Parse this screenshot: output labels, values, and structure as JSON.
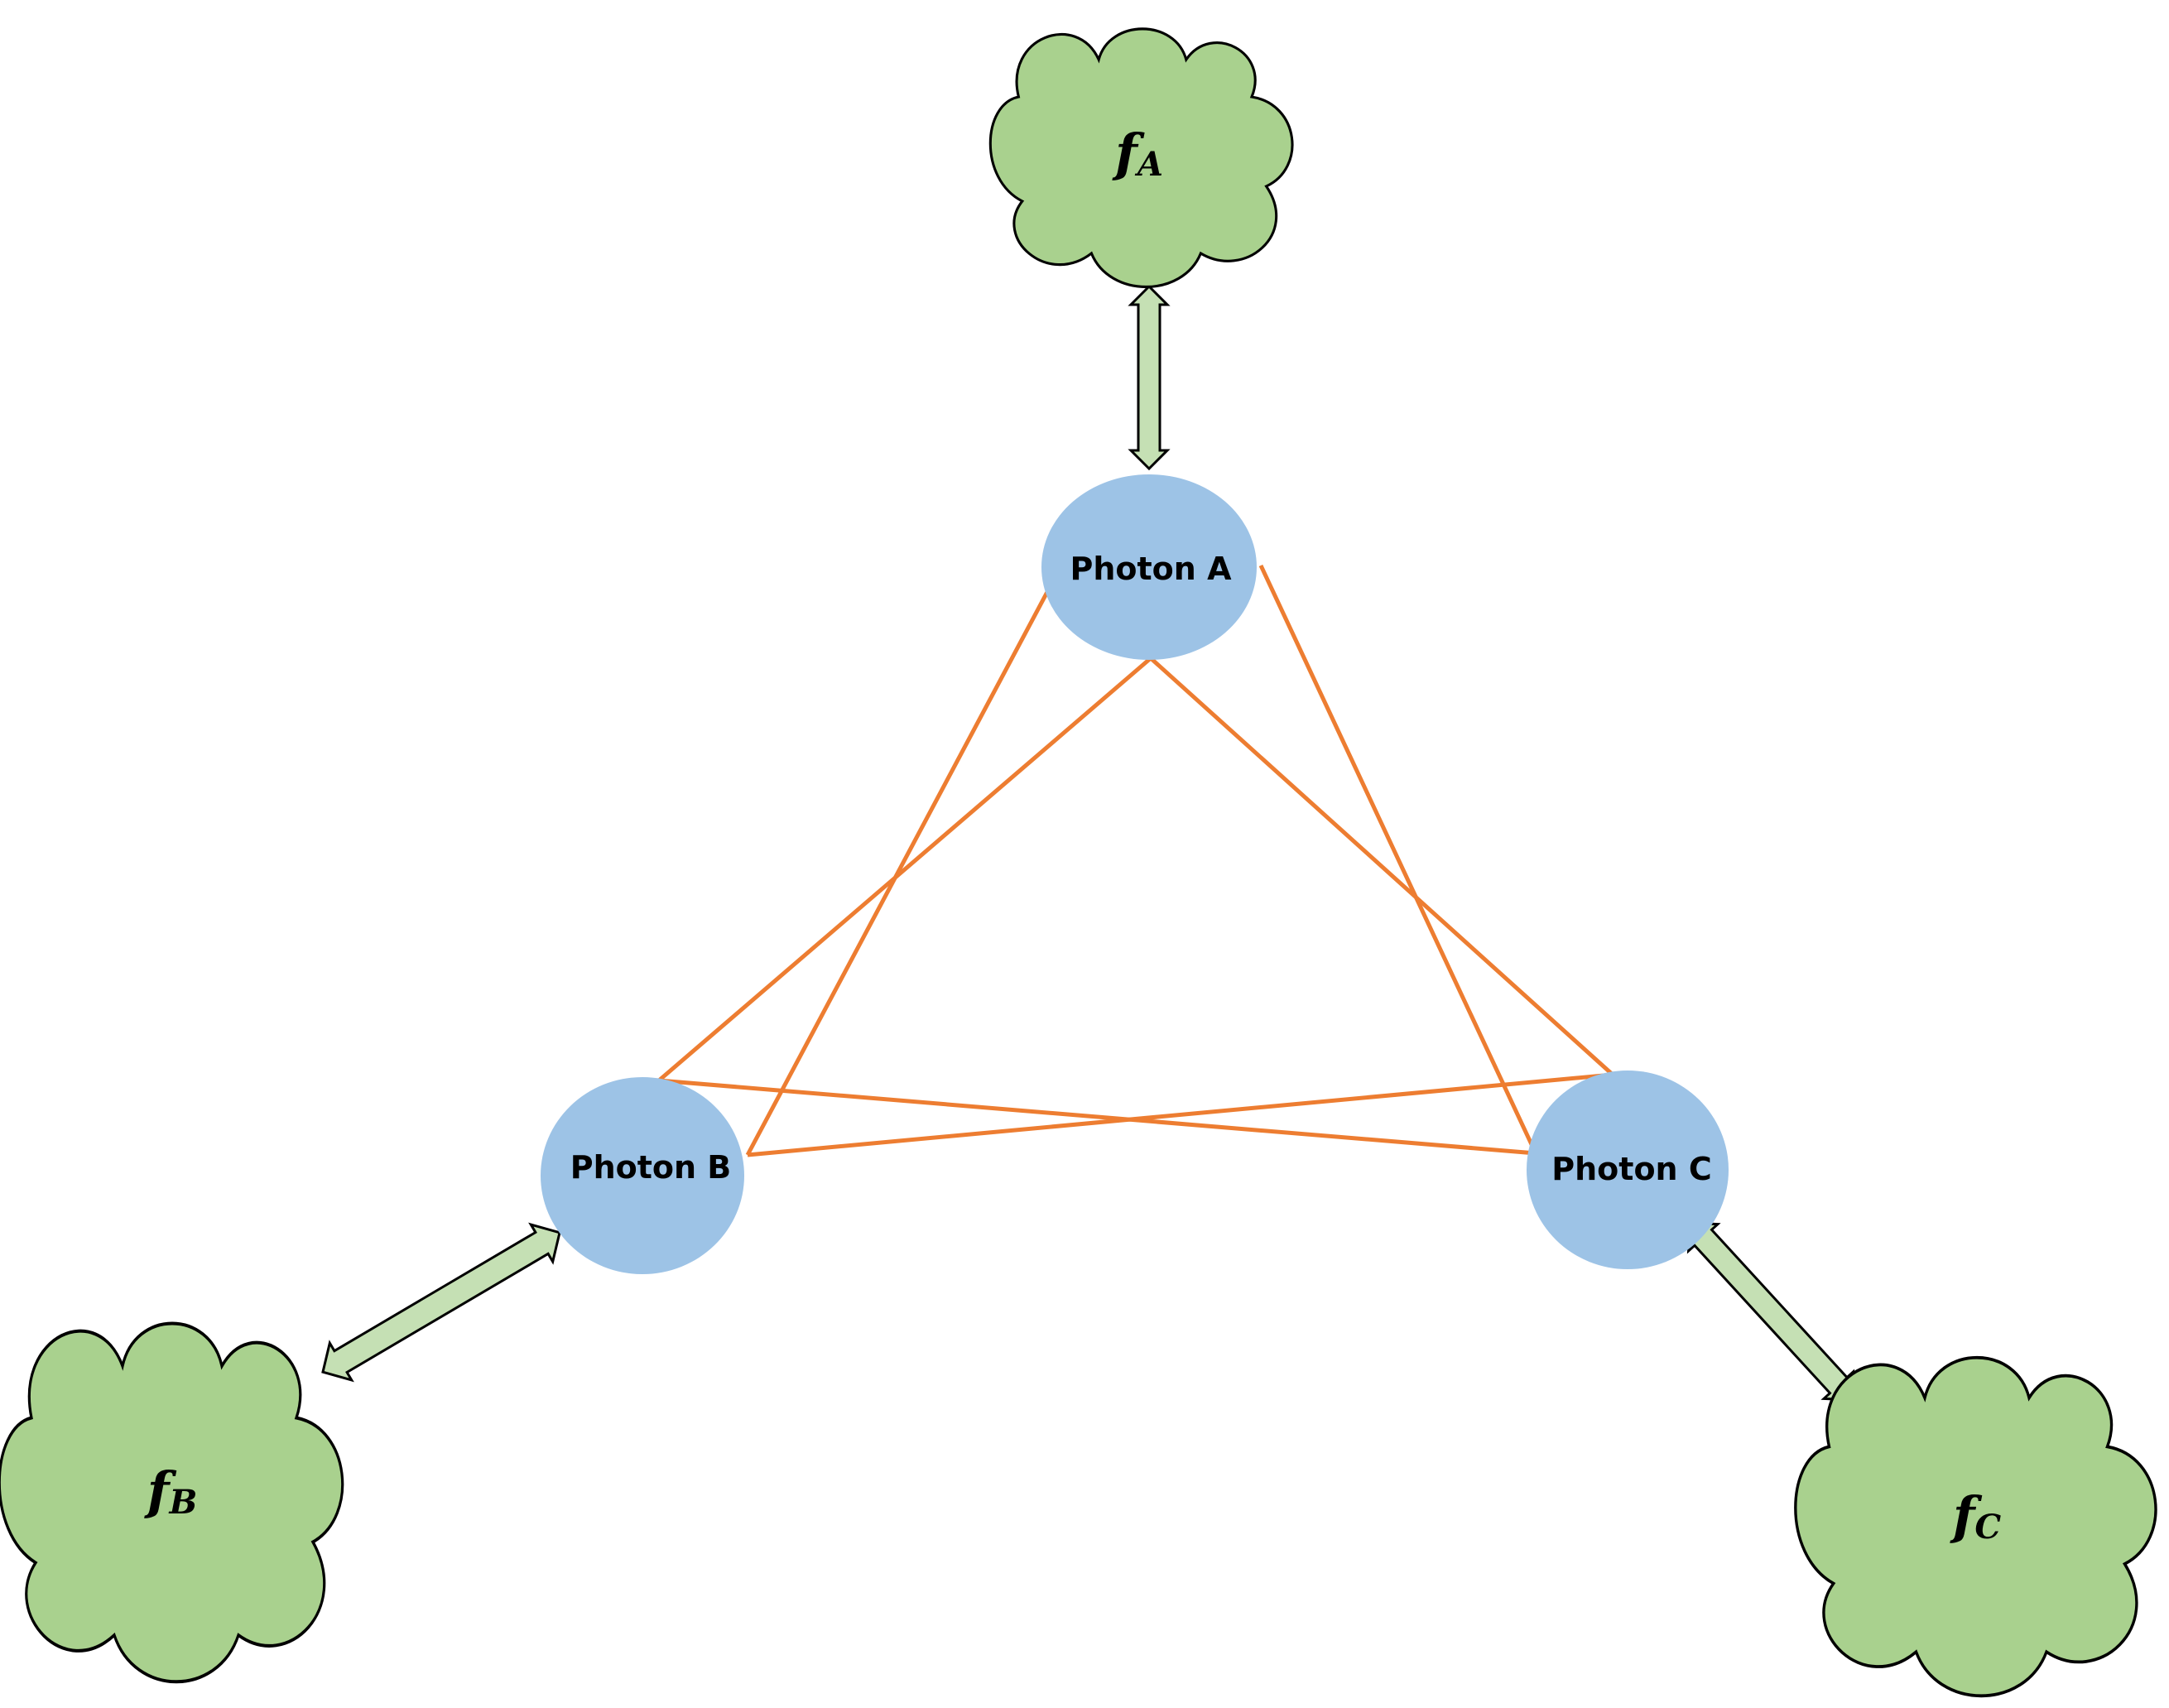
{
  "colors": {
    "photon_fill": "#9dc3e6",
    "cloud_fill": "#a9d18e",
    "cloud_stroke": "#000000",
    "arrow_fill": "#c5e0b4",
    "arrow_stroke": "#000000",
    "link": "#ed7d31"
  },
  "photons": {
    "a": {
      "label": "Photon A"
    },
    "b": {
      "label": "Photon B"
    },
    "c": {
      "label": "Photon C"
    }
  },
  "clouds": {
    "a": {
      "main": "f",
      "sub": "A"
    },
    "b": {
      "main": "f",
      "sub": "B"
    },
    "c": {
      "main": "f",
      "sub": "C"
    }
  }
}
